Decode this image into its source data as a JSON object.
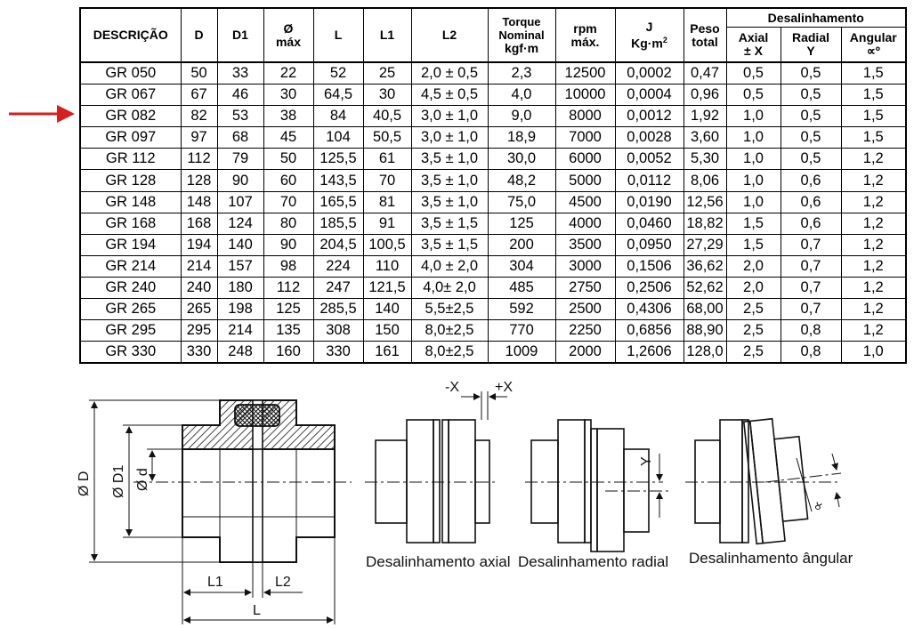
{
  "table": {
    "headers": {
      "descricao": "DESCRIÇÃO",
      "d": "D",
      "d1": "D1",
      "omax_line1": "Ø",
      "omax_line2": "máx",
      "l": "L",
      "l1": "L1",
      "l2": "L2",
      "torque_line1": "Torque",
      "torque_line2": "Nominal",
      "torque_line3": "kgf·m",
      "rpm_line1": "rpm",
      "rpm_line2": "máx.",
      "j_line1": "J",
      "j_line2": "Kg·m",
      "j_sup": "2",
      "peso_line1": "Peso",
      "peso_line2": "total",
      "desalinhamento": "Desalinhamento",
      "axial_line1": "Axial",
      "axial_line2": "± X",
      "radial_line1": "Radial",
      "radial_line2": "Y",
      "angular_line1": "Angular",
      "angular_line2": "∝º"
    },
    "rows": [
      [
        "GR 050",
        "50",
        "33",
        "22",
        "52",
        "25",
        "2,0 ± 0,5",
        "2,3",
        "12500",
        "0,0002",
        "0,47",
        "0,5",
        "0,5",
        "1,5"
      ],
      [
        "GR 067",
        "67",
        "46",
        "30",
        "64,5",
        "30",
        "4,5 ± 0,5",
        "4,0",
        "10000",
        "0,0004",
        "0,96",
        "0,5",
        "0,5",
        "1,5"
      ],
      [
        "GR 082",
        "82",
        "53",
        "38",
        "84",
        "40,5",
        "3,0 ± 1,0",
        "9,0",
        "8000",
        "0,0012",
        "1,92",
        "1,0",
        "0,5",
        "1,5"
      ],
      [
        "GR 097",
        "97",
        "68",
        "45",
        "104",
        "50,5",
        "3,0 ± 1,0",
        "18,9",
        "7000",
        "0,0028",
        "3,60",
        "1,0",
        "0,5",
        "1,5"
      ],
      [
        "GR 112",
        "112",
        "79",
        "50",
        "125,5",
        "61",
        "3,5 ± 1,0",
        "30,0",
        "6000",
        "0,0052",
        "5,30",
        "1,0",
        "0,5",
        "1,2"
      ],
      [
        "GR 128",
        "128",
        "90",
        "60",
        "143,5",
        "70",
        "3,5 ± 1,0",
        "48,2",
        "5000",
        "0,0112",
        "8,06",
        "1,0",
        "0,6",
        "1,2"
      ],
      [
        "GR 148",
        "148",
        "107",
        "70",
        "165,5",
        "81",
        "3,5 ± 1,0",
        "75,0",
        "4500",
        "0,0190",
        "12,56",
        "1,0",
        "0,6",
        "1,2"
      ],
      [
        "GR 168",
        "168",
        "124",
        "80",
        "185,5",
        "91",
        "3,5 ± 1,5",
        "125",
        "4000",
        "0,0460",
        "18,82",
        "1,5",
        "0,6",
        "1,2"
      ],
      [
        "GR 194",
        "194",
        "140",
        "90",
        "204,5",
        "100,5",
        "3,5 ± 1,5",
        "200",
        "3500",
        "0,0950",
        "27,29",
        "1,5",
        "0,7",
        "1,2"
      ],
      [
        "GR 214",
        "214",
        "157",
        "98",
        "224",
        "110",
        "4,0 ± 2,0",
        "304",
        "3000",
        "0,1506",
        "36,62",
        "2,0",
        "0,7",
        "1,2"
      ],
      [
        "GR 240",
        "240",
        "180",
        "112",
        "247",
        "121,5",
        "4,0± 2,0",
        "485",
        "2750",
        "0,2506",
        "52,62",
        "2,0",
        "0,7",
        "1,2"
      ],
      [
        "GR 265",
        "265",
        "198",
        "125",
        "285,5",
        "140",
        "5,5±2,5",
        "592",
        "2500",
        "0,4306",
        "68,00",
        "2,5",
        "0,7",
        "1,2"
      ],
      [
        "GR 295",
        "295",
        "214",
        "135",
        "308",
        "150",
        "8,0±2,5",
        "770",
        "2250",
        "0,6856",
        "88,90",
        "2,5",
        "0,8",
        "1,2"
      ],
      [
        "GR 330",
        "330",
        "248",
        "160",
        "330",
        "161",
        "8,0±2,5",
        "1009",
        "2000",
        "1,2606",
        "128,0",
        "2,5",
        "0,8",
        "1,0"
      ]
    ]
  },
  "highlight_row_index": 2,
  "colors": {
    "arrow": "#d81e1e",
    "hatch": "#111111"
  },
  "drawing": {
    "dim_D": "Ø D",
    "dim_D1": "Ø D1",
    "dim_d": "Ø d",
    "dim_L1": "L1",
    "dim_L2": "L2",
    "dim_L": "L",
    "minus_x": "-X",
    "plus_x": "+X",
    "y_label": "Y",
    "alpha_label": "∝",
    "caption_axial": "Desalinhamento axial",
    "caption_radial": "Desalinhamento radial",
    "caption_angular": "Desalinhamento ângular"
  }
}
